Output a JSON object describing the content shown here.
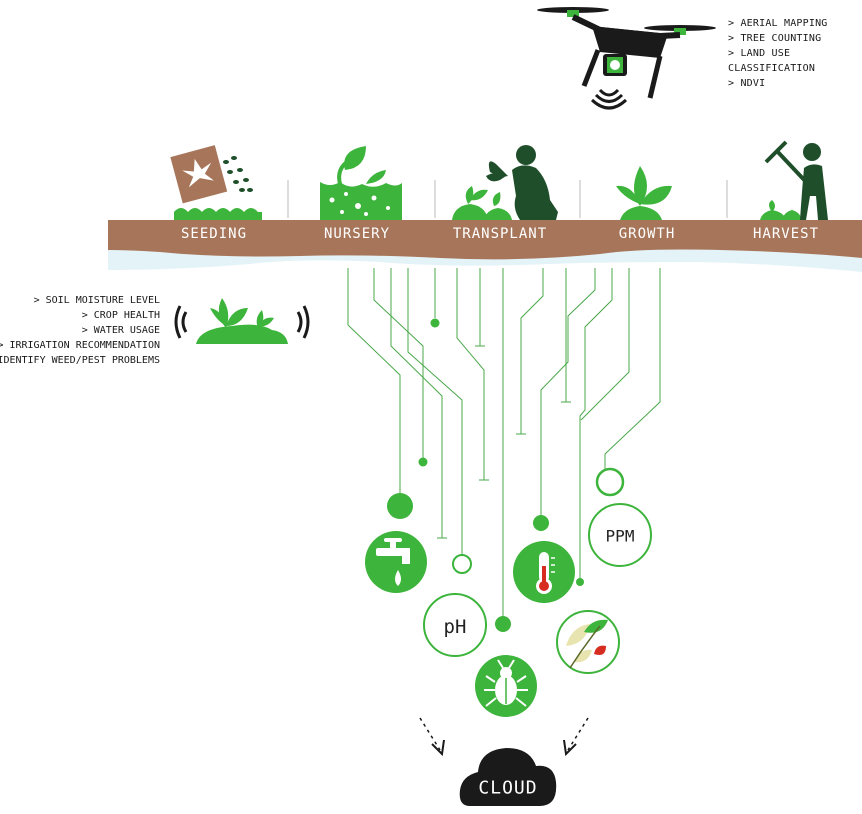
{
  "drone": {
    "features": [
      "> AERIAL MAPPING",
      "> TREE COUNTING",
      "> LAND USE CLASSIFICATION",
      "> NDVI"
    ]
  },
  "sensor": {
    "features": [
      "> SOIL MOISTURE LEVEL",
      "> CROP HEALTH",
      "> WATER USAGE",
      "> IRRIGATION RECOMMENDATION",
      "> IDENTIFY WEED/PEST PROBLEMS"
    ]
  },
  "stages": [
    {
      "label": "SEEDING"
    },
    {
      "label": "NURSERY"
    },
    {
      "label": "TRANSPLANT"
    },
    {
      "label": "GROWTH"
    },
    {
      "label": "HARVEST"
    }
  ],
  "bubbles": {
    "ph_label": "pH",
    "ppm_label": "PPM"
  },
  "cloud": {
    "label": "CLOUD"
  },
  "colors": {
    "green": "#3db43b",
    "soil": "#a7765a",
    "water": "#e4f3f8",
    "dark": "#1a1a1a",
    "stroke": "#4aa84a",
    "seed_bag": "#a7765a"
  }
}
